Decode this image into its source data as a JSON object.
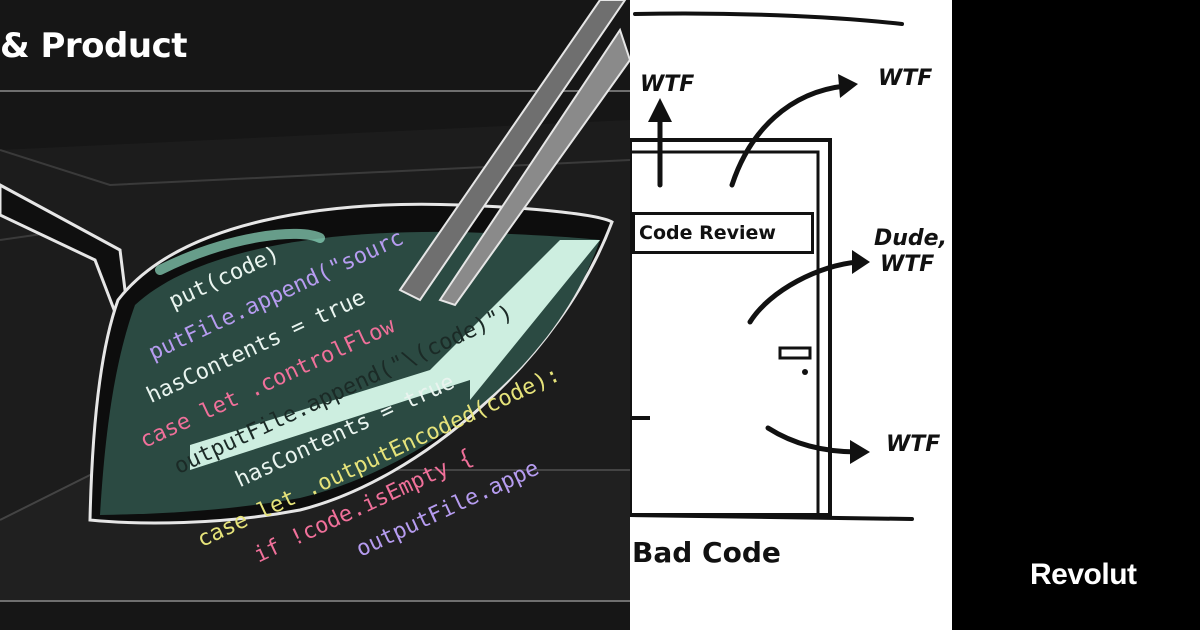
{
  "left_panel": {
    "title": "& Product",
    "code_lines": [
      "put(code)",
      "putFile.append(\"sourc",
      "hasContents = true",
      "case let .controlFlow",
      "outputFile.append(\"\\(code)\")",
      "hasContents = true",
      "case let .outputEncoded(code):",
      "if !code.isEmpty {",
      "outputFile.appe"
    ]
  },
  "comic_panel": {
    "sign_text": "Code Review",
    "labels": [
      "WTF",
      "WTF",
      "Dude,",
      "WTF",
      "WTF"
    ],
    "caption": "Bad Code"
  },
  "brand": {
    "name": "Revolut"
  },
  "colors": {
    "background": "#000000",
    "left_bg": "#161616",
    "lens": "#2b4a42",
    "mint": "#cdeee0",
    "code_purple": "#b69cf0",
    "code_pink": "#f0709a",
    "code_yellow": "#e6e37a",
    "code_white": "#e9f4ef"
  }
}
